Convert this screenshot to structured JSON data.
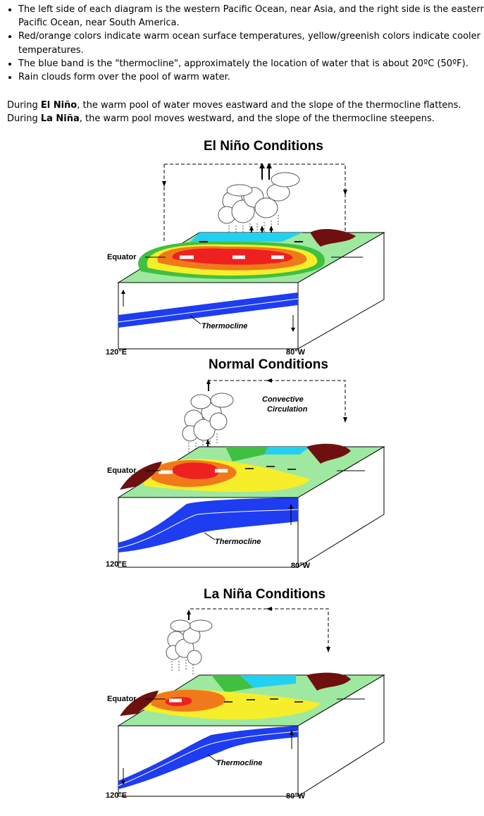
{
  "bullets": [
    "The left side of each diagram is the western Pacific Ocean, near Asia, and the right side is the eastern Pacific Ocean, near South America.",
    "Red/orange colors indicate warm ocean surface temperatures, yellow/greenish colors indicate cooler temperatures.",
    "The blue band is the \"thermocline\", approximately the location of water that is about 20ºC (50ºF).",
    "Rain clouds form over the pool of warm water."
  ],
  "paragraph": {
    "line1_pre": "During ",
    "line1_bold": "El Niño",
    "line1_post": ", the warm pool of water moves eastward and the slope of the thermocline flattens.",
    "line2_pre": "During ",
    "line2_bold": "La Niña",
    "line2_post": ", the warm pool moves westward, and the slope of the thermocline steepens."
  },
  "diagrams": {
    "elnino": {
      "title": "El Niño Conditions",
      "equator": "Equator",
      "thermocline": "Thermocline",
      "left_lon": "120°E",
      "right_lon": "80°W"
    },
    "normal": {
      "title": "Normal Conditions",
      "equator": "Equator",
      "thermocline": "Thermocline",
      "left_lon": "120°E",
      "right_lon": "80°W",
      "circulation_line1": "Convective",
      "circulation_line2": "Circulation"
    },
    "lanina": {
      "title": "La Niña Conditions",
      "equator": "Equator",
      "thermocline": "Thermocline",
      "left_lon": "120°E",
      "right_lon": "80°W"
    }
  },
  "colors": {
    "warm_red": "#ee2020",
    "orange": "#f07a1a",
    "yellow": "#f6ee2a",
    "green": "#40c040",
    "light_green": "#9ee8a0",
    "cyan": "#22d0f0",
    "thermocline_blue": "#1e3cf0",
    "land": "#6e1010"
  }
}
